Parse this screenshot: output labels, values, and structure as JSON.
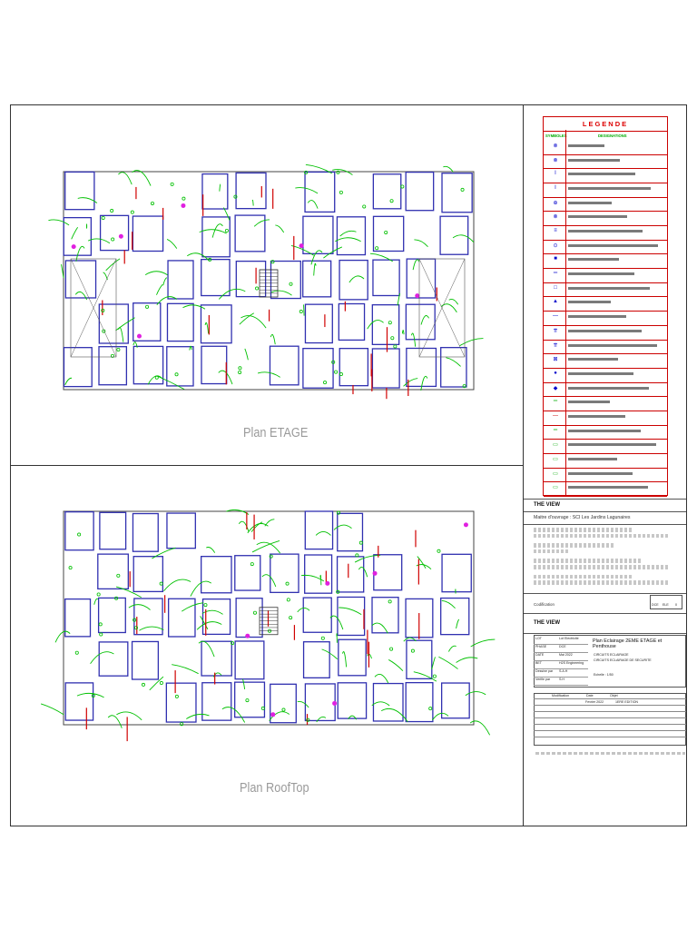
{
  "plans": {
    "top_label": "Plan ETAGE",
    "bottom_label": "Plan RoofTop"
  },
  "legend": {
    "title": "LEGENDE",
    "col_symbols": "SYMBOLES",
    "col_designations": "DESIGNATIONS"
  },
  "title_block": {
    "project_1": "THE VIEW",
    "maitre_ouvrage": "Maitre d'ouvrage : SCI Les Jardins Lagunaires",
    "project_2": "THE VIEW",
    "codification": "Codification",
    "codes": [
      "DCE",
      "ELE",
      "0"
    ],
    "plan_title": "Plan  Eclairage  2EME ETAGE et Penthouse",
    "circuits_1": "CIRCUITS ECLAIRAGE",
    "circuits_2": "CIRCUITS ECLAIRAGE DE SECURITE",
    "echelle": "Echelle : 1/50",
    "fields": [
      {
        "label": "LOT",
        "value": "Lot Electricite"
      },
      {
        "label": "PHASE",
        "value": "DCE"
      },
      {
        "label": "DATE",
        "value": "Mai 2022"
      },
      {
        "label": "BET",
        "value": "H2S Engineering"
      },
      {
        "label": "Dessine par",
        "value": "S.A.H"
      },
      {
        "label": "Verifie par",
        "value": "S.H"
      }
    ],
    "rev_headers": [
      "Modification",
      "Date",
      "Objet"
    ],
    "rev_row_1": [
      "Fevrier 2022",
      "1ERE EDITION"
    ]
  },
  "colors": {
    "wall": "#3030b0",
    "circuit": "#00c000",
    "accent": "#d00000",
    "magenta": "#e020e0"
  }
}
